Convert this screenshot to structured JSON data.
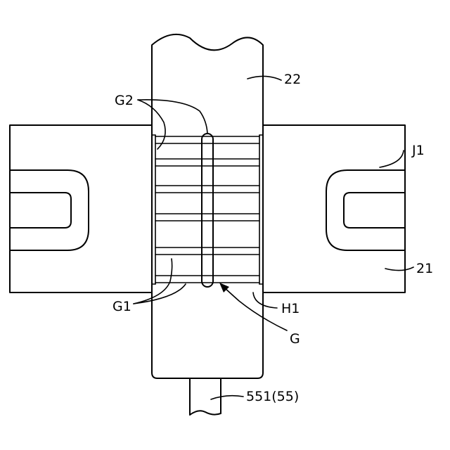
{
  "labels": {
    "shaft": "22",
    "g2": "G2",
    "g1": "G1",
    "j1": "J1",
    "block": "21",
    "hole": "H1",
    "gap": "G",
    "rod": "551(55)"
  }
}
